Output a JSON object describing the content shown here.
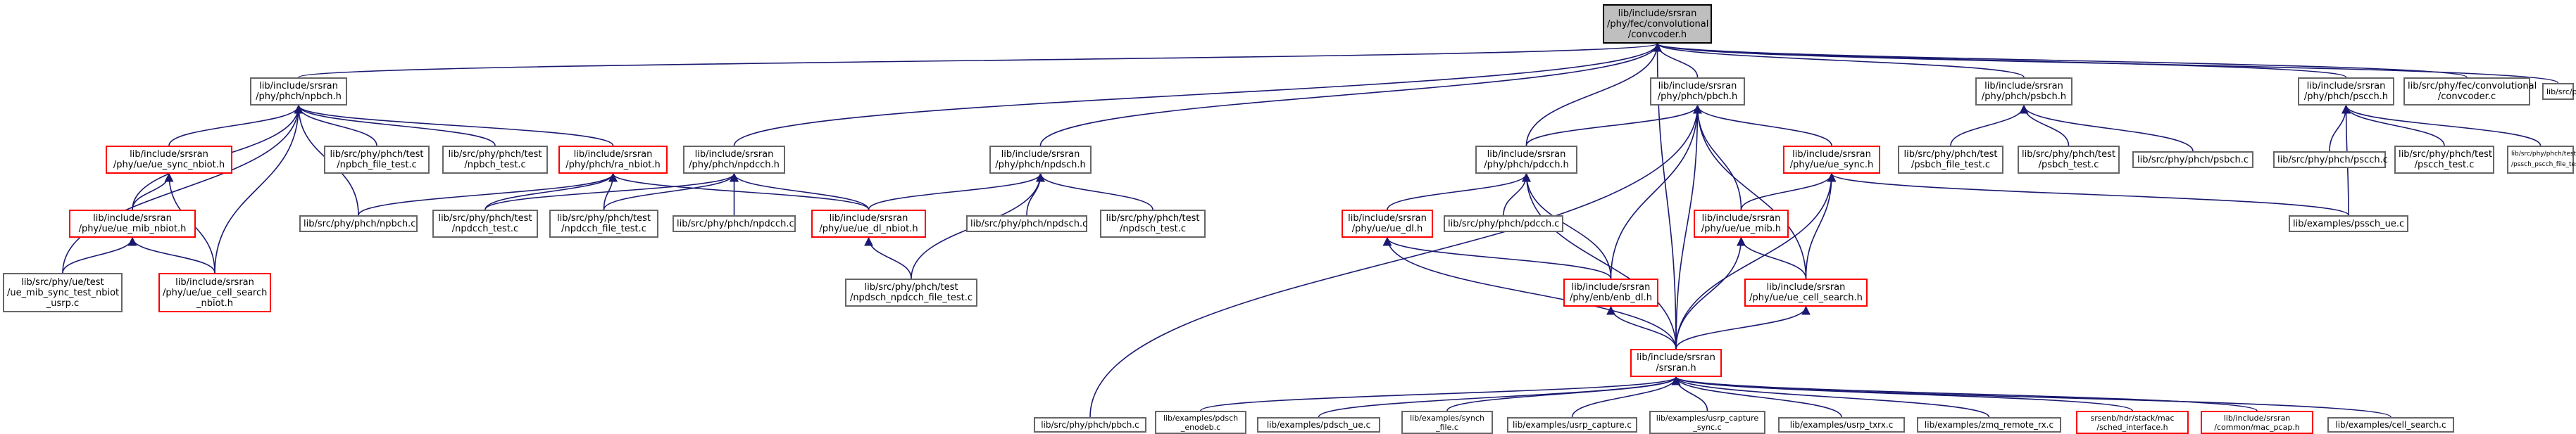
{
  "colors": {
    "edge": "#191970",
    "box_border": "#666666",
    "box_red": "#ff0000",
    "root_fill": "#bfbfbf"
  },
  "nodes": {
    "root": {
      "lines": [
        "lib/include/srsran",
        "/phy/fec/convolutional",
        "/convcoder.h"
      ],
      "style": "root"
    },
    "npbch_h": {
      "lines": [
        "lib/include/srsran",
        "/phy/phch/npbch.h"
      ],
      "style": "black"
    },
    "pbch_h": {
      "lines": [
        "lib/include/srsran",
        "/phy/phch/pbch.h"
      ],
      "style": "black"
    },
    "psbch_h": {
      "lines": [
        "lib/include/srsran",
        "/phy/phch/psbch.h"
      ],
      "style": "black"
    },
    "pscch_h": {
      "lines": [
        "lib/include/srsran",
        "/phy/phch/pscch.h"
      ],
      "style": "black"
    },
    "conv_c": {
      "lines": [
        "lib/src/phy/fec/convolutional",
        "/convcoder.c"
      ],
      "style": "black"
    },
    "uci_c": {
      "lines": [
        "lib/src/phy/phch/uci.c"
      ],
      "style": "black"
    },
    "ue_sync_nbiot": {
      "lines": [
        "lib/include/srsran",
        "/phy/ue/ue_sync_nbiot.h"
      ],
      "style": "red"
    },
    "npbch_file_test": {
      "lines": [
        "lib/src/phy/phch/test",
        "/npbch_file_test.c"
      ],
      "style": "black"
    },
    "npbch_test": {
      "lines": [
        "lib/src/phy/phch/test",
        "/npbch_test.c"
      ],
      "style": "black"
    },
    "ra_nbiot": {
      "lines": [
        "lib/include/srsran",
        "/phy/phch/ra_nbiot.h"
      ],
      "style": "red"
    },
    "npdcch_h": {
      "lines": [
        "lib/include/srsran",
        "/phy/phch/npdcch.h"
      ],
      "style": "black"
    },
    "npdsch_h": {
      "lines": [
        "lib/include/srsran",
        "/phy/phch/npdsch.h"
      ],
      "style": "black"
    },
    "pdcch_h": {
      "lines": [
        "lib/include/srsran",
        "/phy/phch/pdcch.h"
      ],
      "style": "black"
    },
    "ue_sync_h": {
      "lines": [
        "lib/include/srsran",
        "/phy/ue/ue_sync.h"
      ],
      "style": "red"
    },
    "psbch_file_test": {
      "lines": [
        "lib/src/phy/phch/test",
        "/psbch_file_test.c"
      ],
      "style": "black"
    },
    "psbch_test": {
      "lines": [
        "lib/src/phy/phch/test",
        "/psbch_test.c"
      ],
      "style": "black"
    },
    "psbch_c": {
      "lines": [
        "lib/src/phy/phch/psbch.c"
      ],
      "style": "black"
    },
    "pscch_c": {
      "lines": [
        "lib/src/phy/phch/pscch.c"
      ],
      "style": "black"
    },
    "pscch_test": {
      "lines": [
        "lib/src/phy/phch/test",
        "/pscch_test.c"
      ],
      "style": "black"
    },
    "pssch_pscch_file_test": {
      "lines": [
        "lib/src/phy/phch/test",
        "/pssch_pscch_file_test.c"
      ],
      "style": "black"
    },
    "ue_mib_nbiot": {
      "lines": [
        "lib/include/srsran",
        "/phy/ue/ue_mib_nbiot.h"
      ],
      "style": "red"
    },
    "npbch_c": {
      "lines": [
        "lib/src/phy/phch/npbch.c"
      ],
      "style": "black"
    },
    "npdcch_test": {
      "lines": [
        "lib/src/phy/phch/test",
        "/npdcch_test.c"
      ],
      "style": "black"
    },
    "npdcch_file_test": {
      "lines": [
        "lib/src/phy/phch/test",
        "/npdcch_file_test.c"
      ],
      "style": "black"
    },
    "npdcch_c": {
      "lines": [
        "lib/src/phy/phch/npdcch.c"
      ],
      "style": "black"
    },
    "ue_dl_nbiot": {
      "lines": [
        "lib/include/srsran",
        "/phy/ue/ue_dl_nbiot.h"
      ],
      "style": "red"
    },
    "npdsch_c": {
      "lines": [
        "lib/src/phy/phch/npdsch.c"
      ],
      "style": "black"
    },
    "npdsch_test": {
      "lines": [
        "lib/src/phy/phch/test",
        "/npdsch_test.c"
      ],
      "style": "black"
    },
    "ue_dl_h": {
      "lines": [
        "lib/include/srsran",
        "/phy/ue/ue_dl.h"
      ],
      "style": "red"
    },
    "pdcch_c": {
      "lines": [
        "lib/src/phy/phch/pdcch.c"
      ],
      "style": "black"
    },
    "ue_mib_h": {
      "lines": [
        "lib/include/srsran",
        "/phy/ue/ue_mib.h"
      ],
      "style": "red"
    },
    "pssch_ue_c": {
      "lines": [
        "lib/examples/pssch_ue.c"
      ],
      "style": "black"
    },
    "ue_mib_sync_test": {
      "lines": [
        "lib/src/phy/ue/test",
        "/ue_mib_sync_test_nbiot",
        "_usrp.c"
      ],
      "style": "black"
    },
    "ue_cell_search_nbiot": {
      "lines": [
        "lib/include/srsran",
        "/phy/ue/ue_cell_search",
        "_nbiot.h"
      ],
      "style": "red"
    },
    "npdsch_npdcch_file_test": {
      "lines": [
        "lib/src/phy/phch/test",
        "/npdsch_npdcch_file_test.c"
      ],
      "style": "black"
    },
    "enb_dl_h": {
      "lines": [
        "lib/include/srsran",
        "/phy/enb/enb_dl.h"
      ],
      "style": "red"
    },
    "ue_cell_search_h": {
      "lines": [
        "lib/include/srsran",
        "/phy/ue/ue_cell_search.h"
      ],
      "style": "red"
    },
    "srsran_h": {
      "lines": [
        "lib/include/srsran",
        "/srsran.h"
      ],
      "style": "red"
    },
    "pbch_c": {
      "lines": [
        "lib/src/phy/phch/pbch.c"
      ],
      "style": "black"
    },
    "pdsch_enodeb": {
      "lines": [
        "lib/examples/pdsch",
        "_enodeb.c"
      ],
      "style": "black"
    },
    "pdsch_ue": {
      "lines": [
        "lib/examples/pdsch_ue.c"
      ],
      "style": "black"
    },
    "synch_file": {
      "lines": [
        "lib/examples/synch",
        "_file.c"
      ],
      "style": "black"
    },
    "usrp_capture": {
      "lines": [
        "lib/examples/usrp_capture.c"
      ],
      "style": "black"
    },
    "usrp_capture_sync": {
      "lines": [
        "lib/examples/usrp_capture",
        "_sync.c"
      ],
      "style": "black"
    },
    "usrp_txrx": {
      "lines": [
        "lib/examples/usrp_txrx.c"
      ],
      "style": "black"
    },
    "zmq_remote_rx": {
      "lines": [
        "lib/examples/zmq_remote_rx.c"
      ],
      "style": "black"
    },
    "sched_interface": {
      "lines": [
        "srsenb/hdr/stack/mac",
        "/sched_interface.h"
      ],
      "style": "red"
    },
    "mac_pcap": {
      "lines": [
        "lib/include/srsran",
        "/common/mac_pcap.h"
      ],
      "style": "red"
    },
    "cell_search": {
      "lines": [
        "lib/examples/cell_search.c"
      ],
      "style": "black"
    }
  },
  "edges": [
    [
      "npbch_h",
      "root"
    ],
    [
      "pbch_h",
      "root"
    ],
    [
      "psbch_h",
      "root"
    ],
    [
      "pscch_h",
      "root"
    ],
    [
      "conv_c",
      "root"
    ],
    [
      "uci_c",
      "root"
    ],
    [
      "npdcch_h",
      "root"
    ],
    [
      "npdsch_h",
      "root"
    ],
    [
      "pdcch_h",
      "root"
    ],
    [
      "srsran_h",
      "root"
    ],
    [
      "ue_sync_nbiot",
      "npbch_h"
    ],
    [
      "npbch_file_test",
      "npbch_h"
    ],
    [
      "npbch_test",
      "npbch_h"
    ],
    [
      "ra_nbiot",
      "npbch_h"
    ],
    [
      "npbch_c",
      "npbch_h"
    ],
    [
      "ue_mib_nbiot",
      "npbch_h"
    ],
    [
      "ue_mib_sync_test",
      "npbch_h"
    ],
    [
      "ue_cell_search_nbiot",
      "npbch_h"
    ],
    [
      "ue_mib_nbiot",
      "ue_sync_nbiot"
    ],
    [
      "ue_cell_search_nbiot",
      "ue_sync_nbiot"
    ],
    [
      "ue_mib_sync_test",
      "ue_mib_nbiot"
    ],
    [
      "ue_cell_search_nbiot",
      "ue_mib_nbiot"
    ],
    [
      "npbch_c",
      "ra_nbiot"
    ],
    [
      "npdcch_test",
      "ra_nbiot"
    ],
    [
      "npdcch_file_test",
      "ra_nbiot"
    ],
    [
      "ue_dl_nbiot",
      "ra_nbiot"
    ],
    [
      "npdcch_test",
      "npdcch_h"
    ],
    [
      "npdcch_file_test",
      "npdcch_h"
    ],
    [
      "npdcch_c",
      "npdcch_h"
    ],
    [
      "ue_dl_nbiot",
      "npdcch_h"
    ],
    [
      "ue_dl_nbiot",
      "npdsch_h"
    ],
    [
      "npdsch_c",
      "npdsch_h"
    ],
    [
      "npdsch_test",
      "npdsch_h"
    ],
    [
      "npdsch_npdcch_file_test",
      "npdsch_h"
    ],
    [
      "npdsch_npdcch_file_test",
      "ue_dl_nbiot"
    ],
    [
      "pdcch_h",
      "pbch_h"
    ],
    [
      "ue_sync_h",
      "pbch_h"
    ],
    [
      "ue_mib_h",
      "pbch_h"
    ],
    [
      "enb_dl_h",
      "pbch_h"
    ],
    [
      "ue_cell_search_h",
      "pbch_h"
    ],
    [
      "srsran_h",
      "pbch_h"
    ],
    [
      "pbch_c",
      "pbch_h"
    ],
    [
      "ue_dl_h",
      "pdcch_h"
    ],
    [
      "pdcch_c",
      "pdcch_h"
    ],
    [
      "enb_dl_h",
      "pdcch_h"
    ],
    [
      "srsran_h",
      "pdcch_h"
    ],
    [
      "ue_mib_h",
      "ue_sync_h"
    ],
    [
      "ue_cell_search_h",
      "ue_sync_h"
    ],
    [
      "srsran_h",
      "ue_sync_h"
    ],
    [
      "pssch_ue_c",
      "ue_sync_h"
    ],
    [
      "psbch_file_test",
      "psbch_h"
    ],
    [
      "psbch_test",
      "psbch_h"
    ],
    [
      "psbch_c",
      "psbch_h"
    ],
    [
      "pscch_c",
      "pscch_h"
    ],
    [
      "pscch_test",
      "pscch_h"
    ],
    [
      "pssch_pscch_file_test",
      "pscch_h"
    ],
    [
      "pssch_ue_c",
      "pscch_h"
    ],
    [
      "enb_dl_h",
      "ue_dl_h"
    ],
    [
      "srsran_h",
      "ue_dl_h"
    ],
    [
      "ue_cell_search_h",
      "ue_mib_h"
    ],
    [
      "srsran_h",
      "ue_mib_h"
    ],
    [
      "srsran_h",
      "enb_dl_h"
    ],
    [
      "srsran_h",
      "ue_cell_search_h"
    ],
    [
      "pdsch_enodeb",
      "srsran_h"
    ],
    [
      "pdsch_ue",
      "srsran_h"
    ],
    [
      "synch_file",
      "srsran_h"
    ],
    [
      "usrp_capture",
      "srsran_h"
    ],
    [
      "usrp_capture_sync",
      "srsran_h"
    ],
    [
      "usrp_txrx",
      "srsran_h"
    ],
    [
      "zmq_remote_rx",
      "srsran_h"
    ],
    [
      "sched_interface",
      "srsran_h"
    ],
    [
      "mac_pcap",
      "srsran_h"
    ],
    [
      "cell_search",
      "srsran_h"
    ]
  ]
}
